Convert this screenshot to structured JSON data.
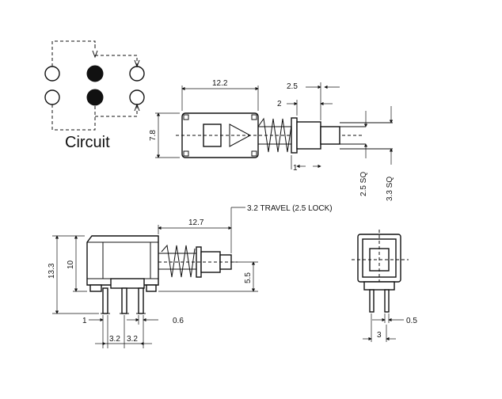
{
  "circuit": {
    "label": "Circuit"
  },
  "top_view": {
    "dim_length": "12.2",
    "dim_height": "7.8",
    "dim_tip_length": "2.5",
    "dim_collar": "2",
    "dim_pitch": "1",
    "dim_square_small": "2.5 SQ",
    "dim_square_large": "3.3 SQ"
  },
  "side_view": {
    "travel_note": "3.2 TRAVEL (2.5 LOCK)",
    "dim_length": "12.7",
    "dim_total_height": "13.3",
    "dim_body_height": "10",
    "dim_stem_height": "5.5",
    "dim_pin_left": "1",
    "dim_pin_width": "0.6",
    "dim_pitch_1": "3.2",
    "dim_pitch_2": "3.2"
  },
  "end_view": {
    "dim_pin_width": "0.5",
    "dim_pitch": "3"
  }
}
